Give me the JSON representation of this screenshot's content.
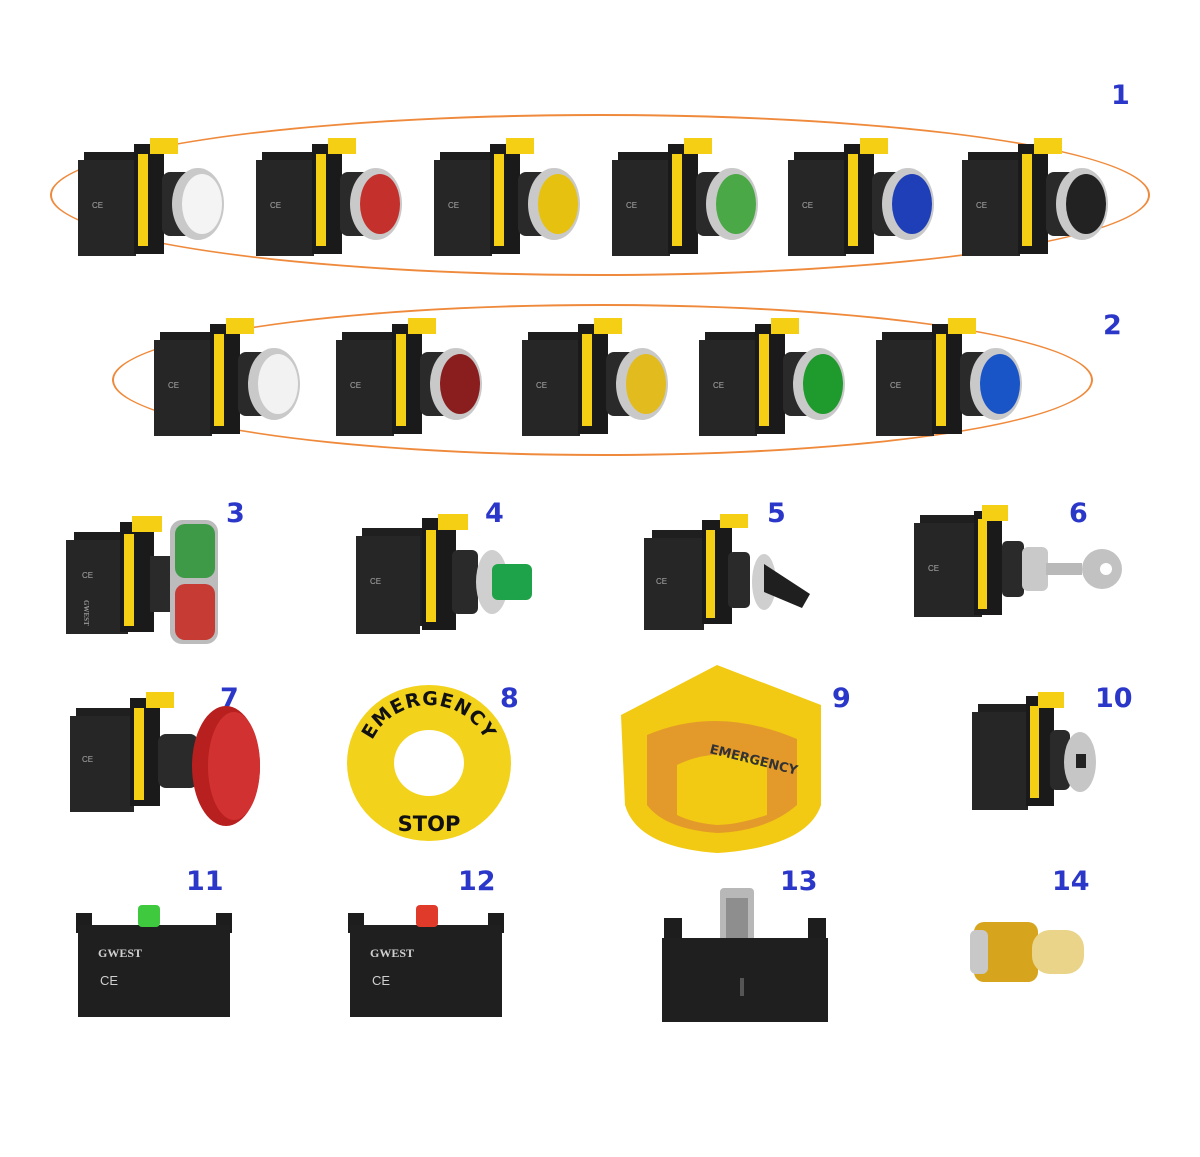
{
  "item_numbers": [
    "1",
    "2",
    "3",
    "4",
    "5",
    "6",
    "7",
    "8",
    "9",
    "10",
    "11",
    "12",
    "13",
    "14"
  ],
  "brand_text": "GWEST",
  "mark_text": "CE",
  "sign_texts": {
    "top": "EMERGENCY",
    "bottom": "STOP"
  },
  "guard_text": "EMERGENCY",
  "group_outline_color": "#ef8a3c",
  "number_color": "#2b37c9",
  "row1_button_colors": [
    "#f4f4f4",
    "#c4302b",
    "#e6c10f",
    "#4aa847",
    "#1f3fb8",
    "#222222"
  ],
  "row2_button_colors": [
    "#f2f2f2",
    "#8a1e1e",
    "#e2bb1e",
    "#1f9a2c",
    "#1a55c8"
  ],
  "colors": {
    "housing": "#1d1d1d",
    "clip": "#f4cf13",
    "chrome": "#c9c9c9",
    "ring": "#2a2a2a"
  }
}
